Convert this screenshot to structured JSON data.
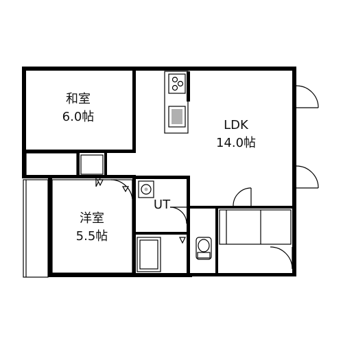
{
  "rooms": {
    "washitsu": {
      "name": "和室",
      "size": "6.0帖"
    },
    "ldk": {
      "name": "LDK",
      "size": "14.0帖"
    },
    "youshitsu": {
      "name": "洋室",
      "size": "5.5帖"
    },
    "utility": {
      "name": "UT"
    }
  },
  "colors": {
    "wall": "#000000",
    "line": "#000000",
    "fixture_gray": "#b0b0b0",
    "background": "#ffffff"
  }
}
